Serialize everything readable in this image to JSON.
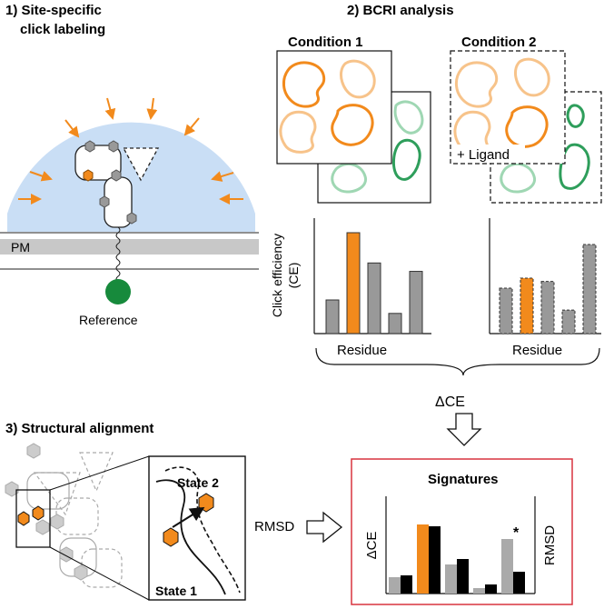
{
  "panel1": {
    "title_line1": "1) Site-specific",
    "title_line2": "click labeling",
    "membrane_label": "PM",
    "reference_label": "Reference"
  },
  "panel2": {
    "title": "2) BCRI analysis",
    "condition1": "Condition 1",
    "condition2": "Condition 2",
    "ligand_label": "+ Ligand",
    "ylabel_line1": "Click efficiency",
    "ylabel_line2": "(CE)",
    "xlabel_left": "Residue",
    "xlabel_right": "Residue",
    "delta_ce": "ΔCE"
  },
  "panel3": {
    "title": "3) Structural alignment",
    "state2": "State 2",
    "state1": "State 1",
    "rmsd_arrow_label": "RMSD"
  },
  "signatures": {
    "title": "Signatures",
    "left_axis": "ΔCE",
    "right_axis": "RMSD",
    "star": "*"
  },
  "colors": {
    "orange": "#f28a1c",
    "light_orange": "#f7c38a",
    "green": "#2e9e5b",
    "light_green": "#9fd7b3",
    "sky": "#c9def5",
    "gray_bar": "#999999",
    "pm_gray": "#c8c8c8",
    "reference_green": "#178a3c",
    "signature_border": "#d9333f"
  },
  "chart_data": [
    {
      "type": "bar",
      "name_hint": "condition-1-bars",
      "values": [
        2,
        6,
        4.2,
        1.2,
        3.7
      ],
      "highlight_index": 1
    },
    {
      "type": "bar",
      "name_hint": "condition-2-bars",
      "values": [
        2.7,
        3.3,
        3.1,
        1.4,
        5.3
      ],
      "highlight_index": 1,
      "dashed": true
    },
    {
      "type": "bar",
      "name_hint": "signatures-bars",
      "series": [
        {
          "values": [
            0.9,
            3.8,
            1.6,
            0.3,
            3
          ]
        },
        {
          "values": [
            1,
            3.7,
            1.9,
            0.5,
            1.2
          ]
        }
      ]
    }
  ]
}
